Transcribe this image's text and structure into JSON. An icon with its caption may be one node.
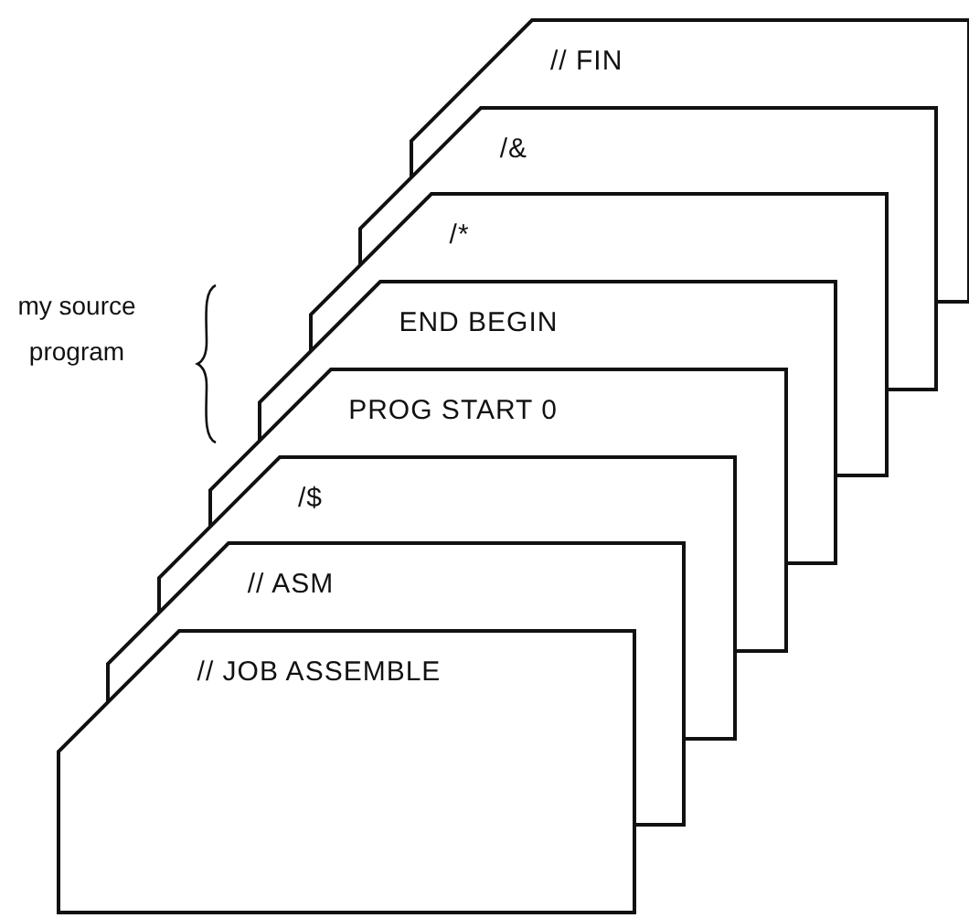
{
  "diagram": {
    "nodes": [
      {
        "text": [
          "// FIN"
        ]
      },
      {
        "text": [
          "/&"
        ]
      },
      {
        "text": [
          "/*"
        ]
      },
      {
        "text": [
          "END BEGIN"
        ]
      },
      {
        "text": [
          "PROG START 0"
        ]
      },
      {
        "text": [
          "/$"
        ]
      },
      {
        "text": [
          "// ASM"
        ]
      },
      {
        "text": [
          "// JOB ASSEMBLE"
        ]
      }
    ],
    "labels": [
      "my source program"
    ]
  }
}
